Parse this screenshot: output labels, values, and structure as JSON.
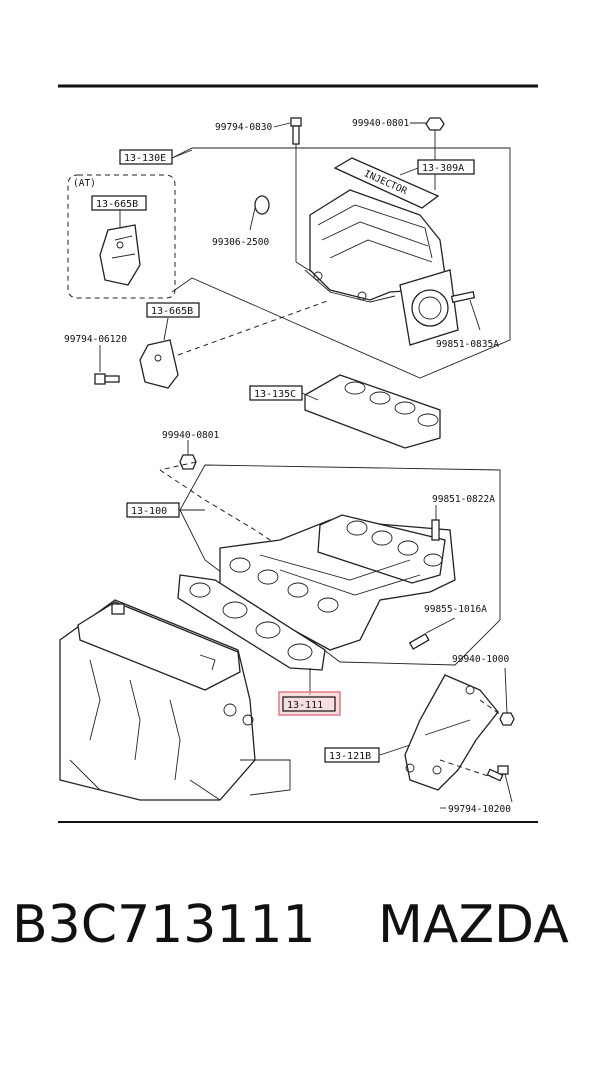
{
  "labels": {
    "bolt_top": "99794-0830",
    "nut_top": "99940-0801",
    "ref_130e": "13-130E",
    "ref_309a": "13-309A",
    "injector_text": "INJECTOR",
    "at_text": "(AT)",
    "ref_665b_a": "13-665B",
    "plug": "99306-2500",
    "ref_665b_b": "13-665B",
    "bolt_0612": "99794-06120",
    "stud_0835": "99851-0835A",
    "ref_135c": "13-135C",
    "nut_mid": "99940-0801",
    "ref_100": "13-100",
    "stud_0822": "99851-0822A",
    "stud_1016": "99855-1016A",
    "nut_1000": "99940-1000",
    "ref_111": "13-111",
    "ref_121b": "13-121B",
    "bolt_1020": "99794-10200"
  },
  "highlight_color": "#e57a86",
  "footer": {
    "part_number": "B3C713111",
    "brand": "MAZDA"
  }
}
